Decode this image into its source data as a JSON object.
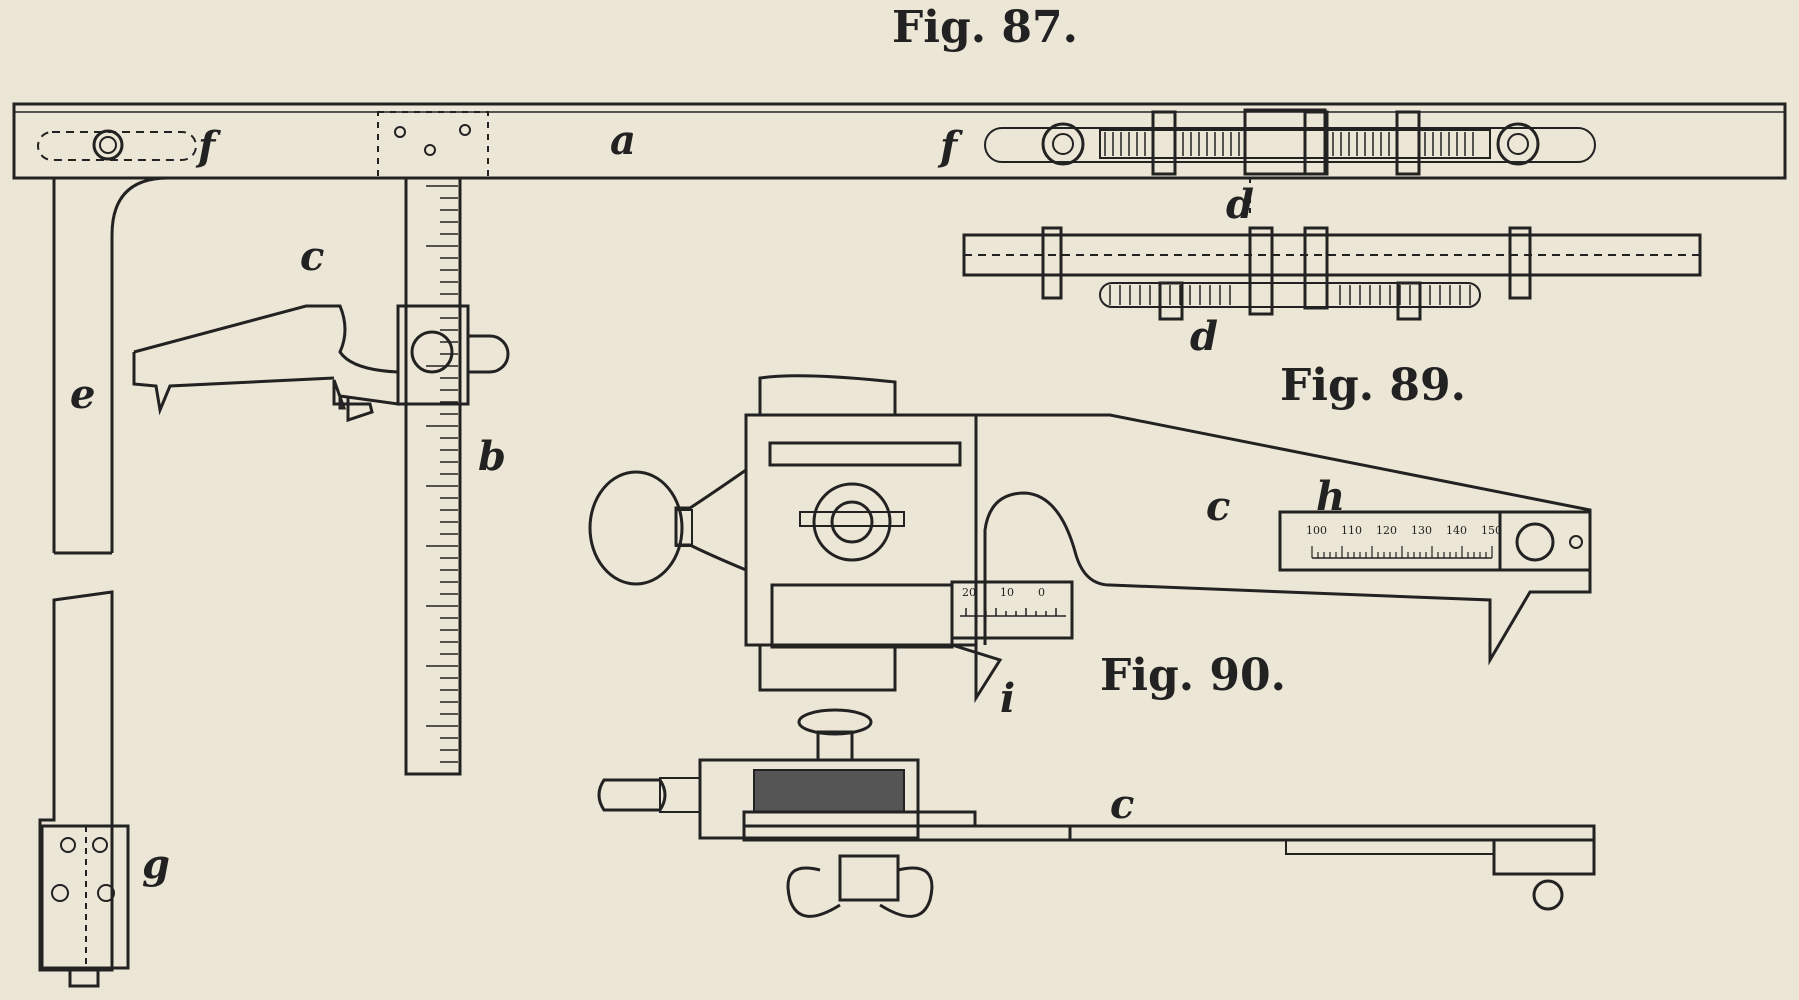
{
  "figures": {
    "fig87": "Fig. 87.",
    "fig89": "Fig. 89.",
    "fig90": "Fig. 90."
  },
  "letters": {
    "a": "a",
    "b": "b",
    "c": "c",
    "d": "d",
    "e": "e",
    "f": "f",
    "g": "g",
    "h": "h",
    "i": "i"
  },
  "scales": {
    "upper": [
      "100",
      "110",
      "120",
      "130",
      "140",
      "150"
    ],
    "lower": [
      "20",
      "10",
      "0"
    ]
  },
  "colors": {
    "paper": "#ece6d6",
    "ink": "#222222"
  }
}
